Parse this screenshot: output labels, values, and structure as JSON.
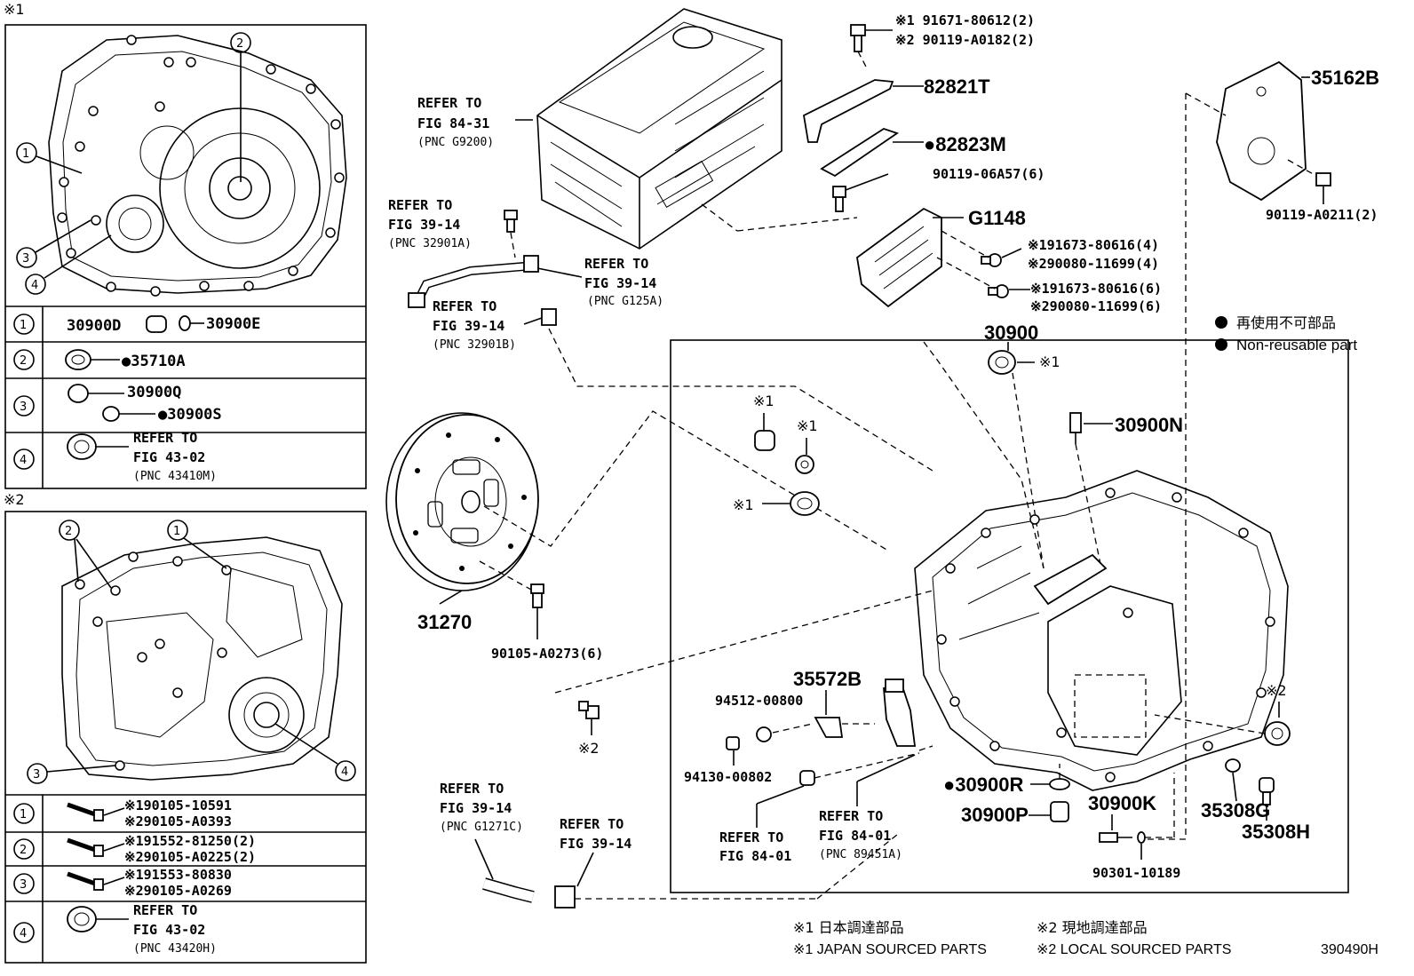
{
  "inset1": {
    "marker": "※1",
    "rows": [
      {
        "num": "1",
        "a": "30900D",
        "b": "30900E"
      },
      {
        "num": "2",
        "a": "●35710A"
      },
      {
        "num": "3",
        "a": "30900Q",
        "b": "●30900S"
      },
      {
        "num": "4",
        "ref1": "REFER TO",
        "ref2": "FIG 43-02",
        "ref3": "(PNC 43410M)"
      }
    ]
  },
  "inset2": {
    "marker": "※2",
    "rows": [
      {
        "num": "1",
        "a": "※190105-10591",
        "b": "※290105-A0393"
      },
      {
        "num": "2",
        "a": "※191552-81250(2)",
        "b": "※290105-A0225(2)"
      },
      {
        "num": "3",
        "a": "※191553-80830",
        "b": "※290105-A0269"
      },
      {
        "num": "4",
        "ref1": "REFER TO",
        "ref2": "FIG 43-02",
        "ref3": "(PNC 43420H)"
      }
    ]
  },
  "callouts": {
    "ref_8431": [
      "REFER TO",
      "FIG 84-31",
      "(PNC G9200)"
    ],
    "ref_3914a": [
      "REFER TO",
      "FIG 39-14",
      "(PNC 32901A)"
    ],
    "ref_3914b": [
      "REFER TO",
      "FIG 39-14",
      "(PNC G125A)"
    ],
    "ref_3914c": [
      "REFER TO",
      "FIG 39-14",
      "(PNC 32901B)"
    ],
    "ref_3914d": [
      "REFER TO",
      "FIG 39-14",
      "(PNC G1271C)"
    ],
    "ref_3914e": [
      "REFER TO",
      "FIG 39-14"
    ],
    "ref_8401a": [
      "REFER TO",
      "FIG 84-01"
    ],
    "ref_8401b": [
      "REFER TO",
      "FIG 84-01",
      "(PNC 89451A)"
    ],
    "bolt_top1": "※1 91671-80612(2)",
    "bolt_top2": "※2 90119-A0182(2)",
    "p82821T": "82821T",
    "p82823M": "●82823M",
    "p9011906A57": "90119-06A57(6)",
    "pG1148": "G1148",
    "pG_a1": "※191673-80616(4)",
    "pG_a2": "※290080-11699(4)",
    "pG_b1": "※191673-80616(6)",
    "pG_b2": "※290080-11699(6)",
    "p35162B": "35162B",
    "p90119A0211": "90119-A0211(2)",
    "p30900": "30900",
    "p30900N": "30900N",
    "p31270": "31270",
    "p90105A0273": "90105-A0273(6)",
    "p35572B": "35572B",
    "p9451200800": "94512-00800",
    "p9413000802": "94130-00802",
    "p30900R": "●30900R",
    "p30900P": "30900P",
    "p30900K": "30900K",
    "p9030110189": "90301-10189",
    "p35308G": "35308G",
    "p35308H": "35308H",
    "x1": "※1",
    "x2": "※2"
  },
  "legend": {
    "jp": "再使用不可部品",
    "en": "Non-reusable part"
  },
  "footer": {
    "n1_jp": "※1 日本調達部品",
    "n2_jp": "※2 現地調達部品",
    "n1_en": "※1 JAPAN SOURCED PARTS",
    "n2_en": "※2 LOCAL SOURCED PARTS",
    "fig_id": "390490H"
  }
}
